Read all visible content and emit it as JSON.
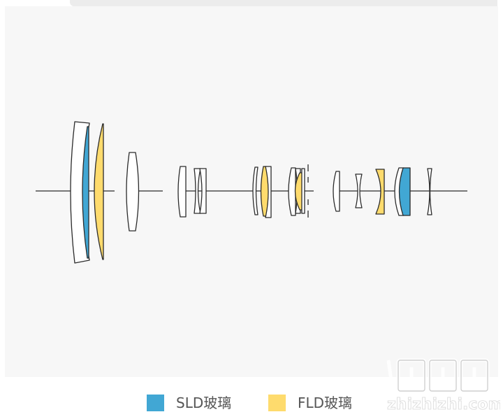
{
  "colors": {
    "sld": "#41a7d4",
    "fld": "#fedb6d",
    "outline": "#2b2b2b",
    "background": "#f7f7f7"
  },
  "legend": [
    {
      "label": "SLD玻璃",
      "color": "#41a7d4"
    },
    {
      "label": "FLD玻璃",
      "color": "#fedb6d"
    }
  ],
  "watermark": {
    "logo_text": "值值值",
    "domain": "zhizhizhi.com"
  }
}
